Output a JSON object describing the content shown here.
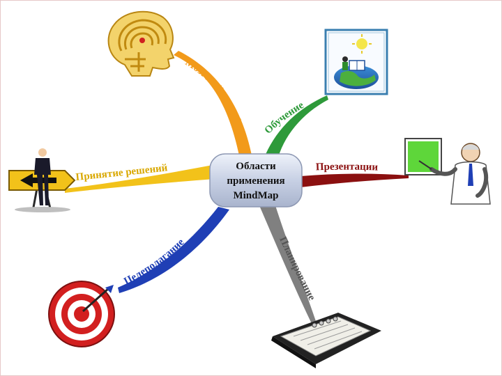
{
  "center": {
    "lines": [
      "Области",
      "применения",
      "MindMap"
    ]
  },
  "branches": [
    {
      "key": "brainstorm",
      "label": "Мозговой штурм",
      "color": "#f29a1a",
      "icon": "labyrinth-head-icon"
    },
    {
      "key": "learning",
      "label": "Обучение",
      "color": "#2e9a3a",
      "icon": "globe-book-icon"
    },
    {
      "key": "presentations",
      "label": "Презентации",
      "color": "#8b1010",
      "icon": "lecturer-icon"
    },
    {
      "key": "planning",
      "label": "Планирование",
      "color": "#707070",
      "icon": "organizer-icon"
    },
    {
      "key": "goal-setting",
      "label": "Целеполагание",
      "color": "#1f3fb5",
      "icon": "target-icon"
    },
    {
      "key": "decision-making",
      "label": "Принятие решений",
      "color": "#f2c21a",
      "icon": "crossroad-sign-icon"
    }
  ]
}
